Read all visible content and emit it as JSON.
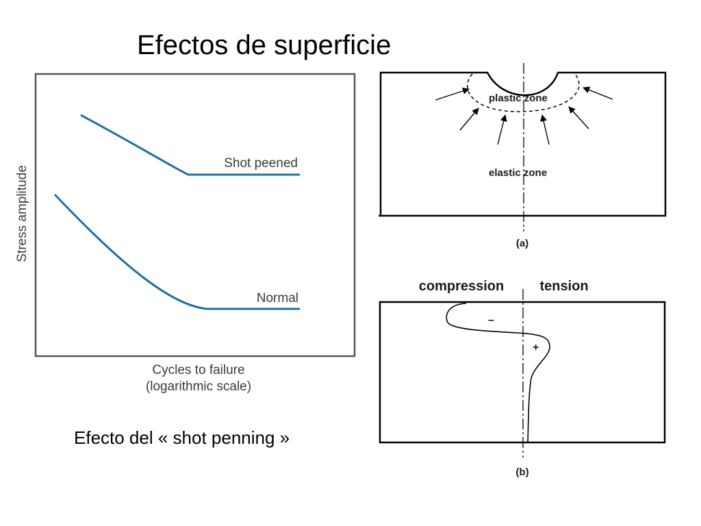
{
  "title": "Efectos de superficie",
  "caption": "Efecto del  « shot penning »",
  "chart": {
    "ylabel": "Stress amplitude",
    "xlabel_line1": "Cycles to failure",
    "xlabel_line2": "(logarithmic scale)",
    "curve_color": "#1d6f9c",
    "series": [
      {
        "name": "Shot peened"
      },
      {
        "name": "Normal"
      }
    ]
  },
  "diagram_a": {
    "plastic_label": "plastic zone",
    "elastic_label": "elastic zone",
    "panel_label": "(a)"
  },
  "diagram_b": {
    "compression_label": "compression",
    "tension_label": "tension",
    "minus_sign": "–",
    "plus_sign": "+",
    "panel_label": "(b)"
  }
}
